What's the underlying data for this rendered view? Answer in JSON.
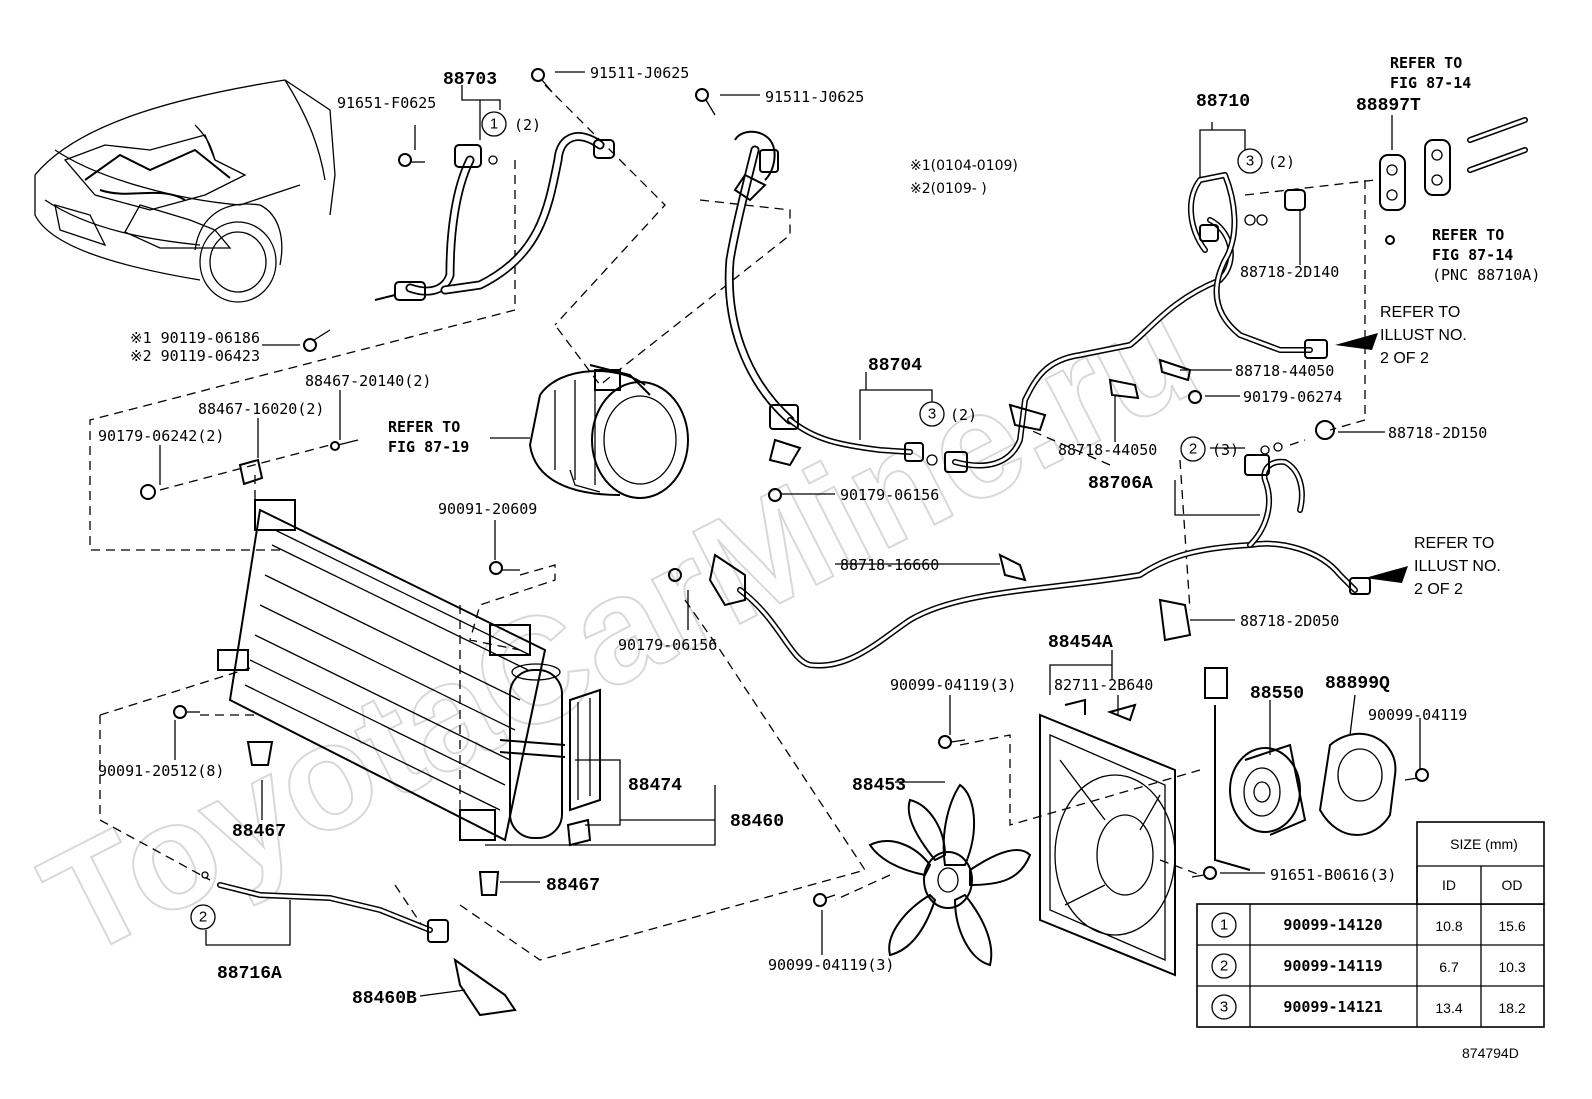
{
  "watermark": "ToyotaCarMine.ru",
  "diagram_code": "874794D",
  "notes": [
    "※1(0104-0109)",
    "※2(0109-      )"
  ],
  "references": {
    "fig_87_19": [
      "REFER TO",
      "FIG 87-19"
    ],
    "fig_87_14_top": [
      "REFER TO",
      "FIG 87-14"
    ],
    "fig_87_14_side": [
      "REFER TO",
      "FIG 87-14",
      "(PNC 88710A)"
    ],
    "illust_upper": [
      "REFER TO",
      "ILLUST NO.",
      "2 OF 2"
    ],
    "illust_lower": [
      "REFER TO",
      "ILLUST NO.",
      "2 OF 2"
    ]
  },
  "assemblies": {
    "a88703": "88703",
    "a88710": "88710",
    "a88897t": "88897T",
    "a88704": "88704",
    "a88706a": "88706A",
    "a88454a": "88454A",
    "a88550": "88550",
    "a88899q": "88899Q",
    "a88453": "88453",
    "a88474": "88474",
    "a88460": "88460",
    "a88467_left": "88467",
    "a88467_bottom": "88467",
    "a88716a": "88716A",
    "a88460b": "88460B"
  },
  "parts": {
    "p91511_a": "91511-J0625",
    "p91511_b": "91511-J0625",
    "p91651_f0625": "91651-F0625",
    "o1_qty": "(2)",
    "p90119_1": "※1 90119-06186",
    "p90119_2": "※2 90119-06423",
    "p88467_20140": "88467-20140(2)",
    "p88467_16020": "88467-16020(2)",
    "p90179_06242": "90179-06242(2)",
    "o3_qty_top": "(2)",
    "p88718_2d140": "88718-2D140",
    "p88718_44050_a": "88718-44050",
    "p90179_06274": "90179-06274",
    "p88718_2d150": "88718-2D150",
    "p88718_44050_b": "88718-44050",
    "o2_qty": "(3)",
    "o3_qty_mid": "(2)",
    "p90179_06156_a": "90179-06156",
    "p90091_20609": "90091-20609",
    "p88718_16660": "88718-16660",
    "p90179_06156_b": "90179-06156",
    "p88718_2d050": "88718-2D050",
    "p90099_04119_3a": "90099-04119(3)",
    "p82711_2b640": "82711-2B640",
    "p90099_04119": "90099-04119",
    "p90091_20512": "90091-20512(8)",
    "p91651_b0616": "91651-B0616(3)",
    "p90099_04119_3b": "90099-04119(3)"
  },
  "oring_markers": {
    "one": "1",
    "two": "2",
    "three": "3"
  },
  "size_table": {
    "header": "SIZE (mm)",
    "col_id": "ID",
    "col_od": "OD",
    "rows": [
      {
        "mark": "1",
        "part": "90099-14120",
        "id": "10.8",
        "od": "15.6"
      },
      {
        "mark": "2",
        "part": "90099-14119",
        "id": "6.7",
        "od": "10.3"
      },
      {
        "mark": "3",
        "part": "90099-14121",
        "id": "13.4",
        "od": "18.2"
      }
    ]
  }
}
